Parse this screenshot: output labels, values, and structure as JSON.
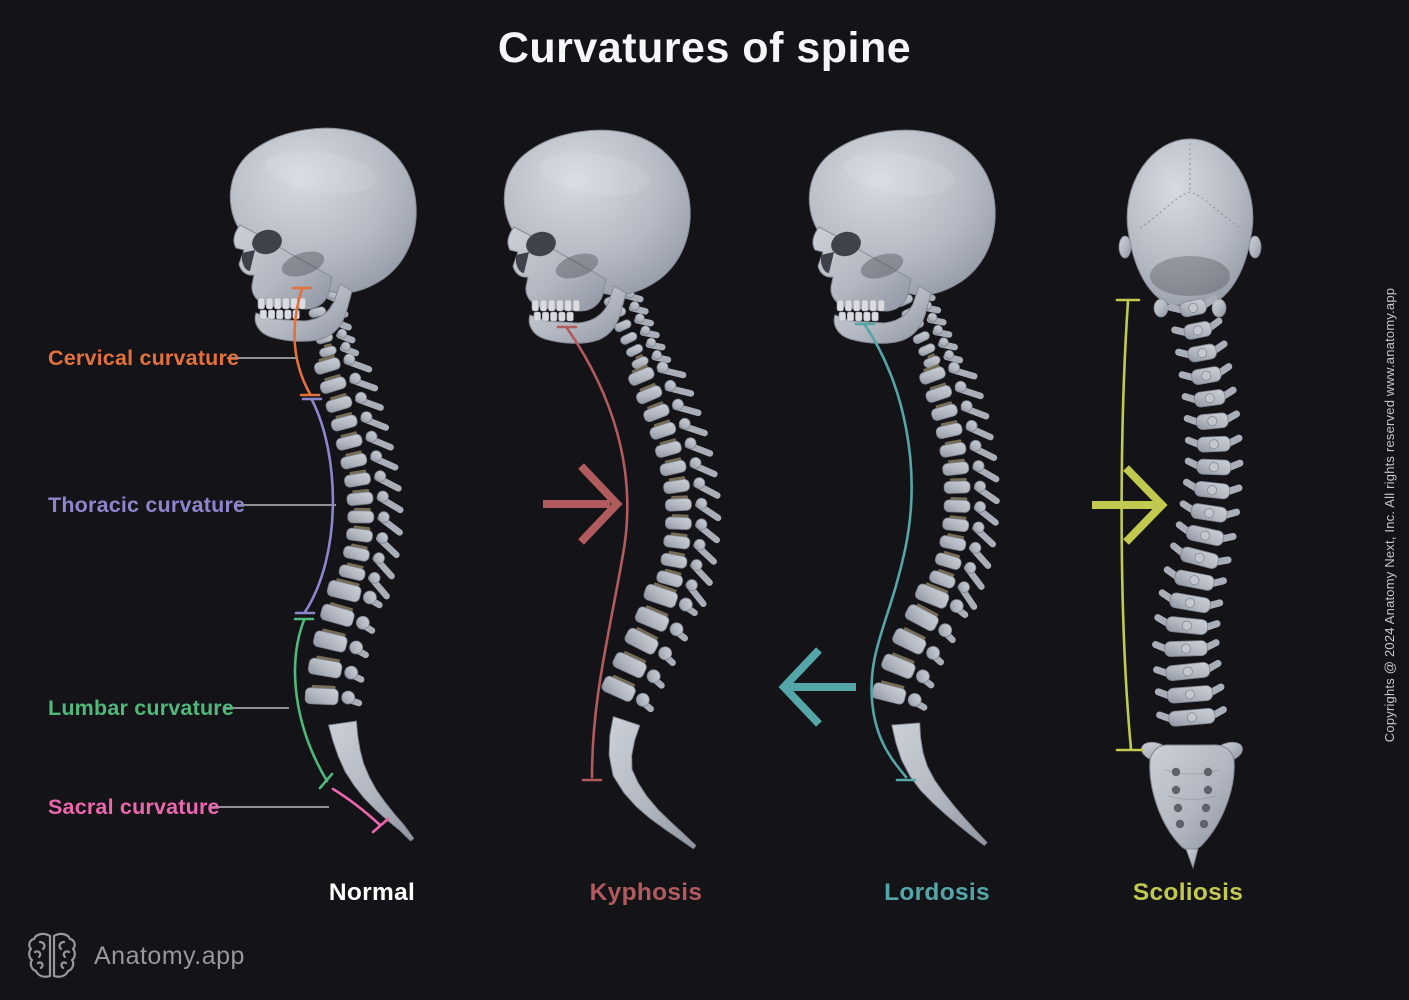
{
  "title": "Curvatures of spine",
  "colors": {
    "background": "#131318",
    "title_text": "#f5f6f8",
    "connector_line": "#b9bac1",
    "bone_light": "#ccd0d8",
    "bone_mid": "#a9aeb8",
    "bone_dark": "#7e838e",
    "socket_dark": "#3f424a",
    "disc_tan": "#c9b585",
    "footer_text": "#97989e",
    "copyright_text": "#c6c7cb"
  },
  "annotations": {
    "items": [
      {
        "label": "Cervical curvature",
        "color": "#e4713c"
      },
      {
        "label": "Thoracic curvature",
        "color": "#8c86cc"
      },
      {
        "label": "Lumbar curvature",
        "color": "#50b97a"
      },
      {
        "label": "Sacral curvature",
        "color": "#ec67ad"
      }
    ]
  },
  "figures": [
    {
      "caption": "Normal",
      "color": "#ffffff"
    },
    {
      "caption": "Kyphosis",
      "color": "#b25b5e"
    },
    {
      "caption": "Lordosis",
      "color": "#55a6a9"
    },
    {
      "caption": "Scoliosis",
      "color": "#c2c94f"
    }
  ],
  "footer": {
    "brand": "Anatomy.app",
    "logo_icon": "brain-icon"
  },
  "copyright": "Copyrights @ 2024 Anatomy Next, Inc. All rights reserved www.anatomy.app"
}
